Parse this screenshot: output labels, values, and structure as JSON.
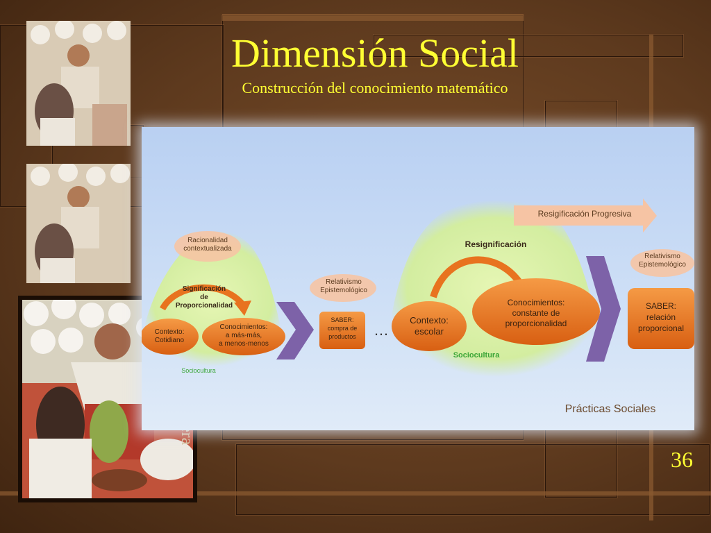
{
  "slide": {
    "title": "Dimensión Social",
    "subtitle": "Construcción del conocimiento matemático",
    "credit": "vera",
    "page_number": "36"
  },
  "diagram": {
    "left": {
      "rationality": "Racionalidad\ncontextualizada",
      "signification": "Significación\nde\nProporcionalidad",
      "context": "Contexto:\nCotidiano",
      "knowledge": "Conocimientos:\na más-más,\na menos-menos",
      "sociocultura": "Sociocultura"
    },
    "middle": {
      "relativism": "Relativismo\nEpistemológico",
      "saber": "SABER:\ncompra de\nproductos",
      "ellipsis": "…"
    },
    "right": {
      "resignification": "Resignificación",
      "context": "Contexto:\nescolar",
      "knowledge": "Conocimientos:\nconstante de\nproporcionalidad",
      "sociocultura": "Sociocultura"
    },
    "far_right": {
      "progressive": "Resigificación Progresiva",
      "relativism": "Relativismo\nEpistemológico",
      "saber": "SABER:\nrelación\nproporcional"
    },
    "practices": "Prácticas Sociales"
  },
  "colors": {
    "title": "#ffff33",
    "orange": "#e8731f",
    "purple": "#7d62a8",
    "green_glow": "#d8f0a0",
    "sociocultura_text": "#3aa537",
    "peach": "#f6c4a4"
  }
}
